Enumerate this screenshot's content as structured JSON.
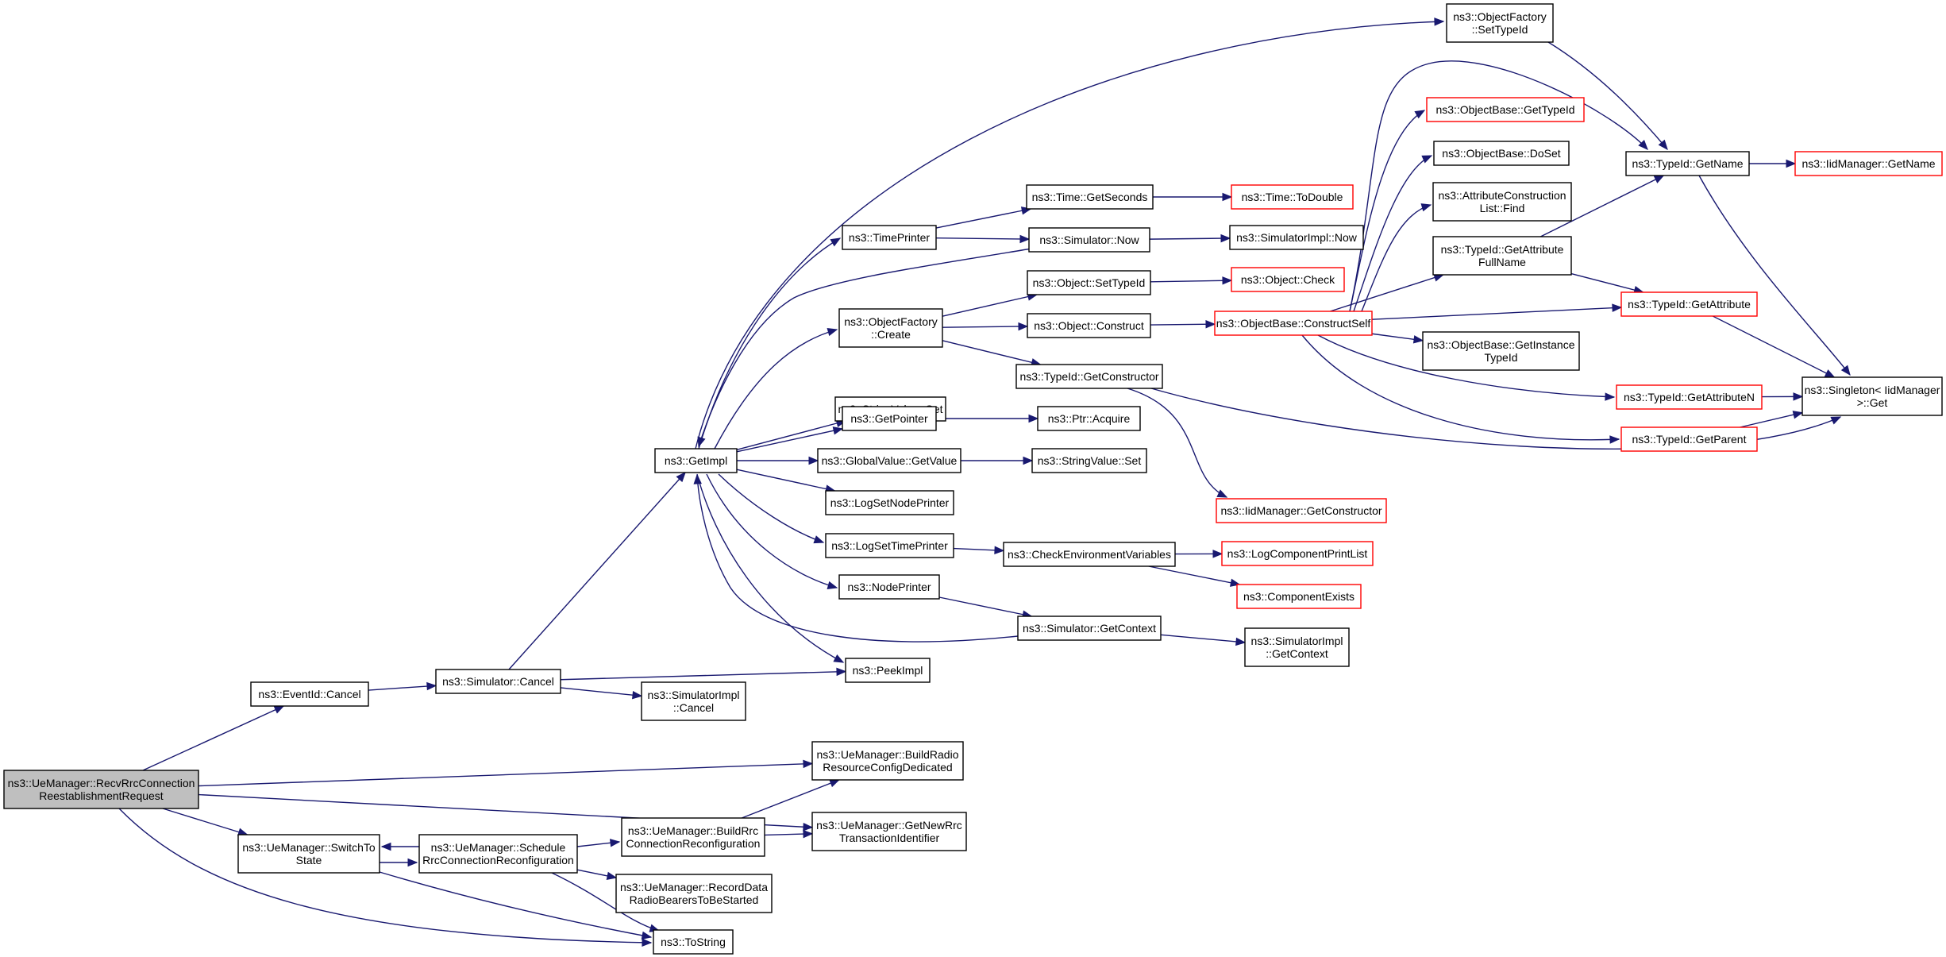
{
  "diagram": {
    "type": "call-graph",
    "colors": {
      "edge": "#191970",
      "node_border": "#000000",
      "node_border_incomplete": "#ff0000",
      "root_fill": "#bfbfbf",
      "node_fill": "#ffffff"
    },
    "nodes": [
      {
        "id": "recv",
        "lines": [
          "ns3::UeManager::RecvRrcConnection",
          "ReestablishmentRequest"
        ],
        "style": "root"
      },
      {
        "id": "eventcancel",
        "lines": [
          "ns3::EventId::Cancel"
        ],
        "style": "normal"
      },
      {
        "id": "simcancel",
        "lines": [
          "ns3::Simulator::Cancel"
        ],
        "style": "normal"
      },
      {
        "id": "getimpl",
        "lines": [
          "ns3::GetImpl"
        ],
        "style": "normal"
      },
      {
        "id": "simimplcancel",
        "lines": [
          "ns3::SimulatorImpl",
          "::Cancel"
        ],
        "style": "normal"
      },
      {
        "id": "peekimpl",
        "lines": [
          "ns3::PeekImpl"
        ],
        "style": "normal"
      },
      {
        "id": "buildradio",
        "lines": [
          "ns3::UeManager::BuildRadio",
          "ResourceConfigDedicated"
        ],
        "style": "normal"
      },
      {
        "id": "getnewrrc",
        "lines": [
          "ns3::UeManager::GetNewRrc",
          "TransactionIdentifier"
        ],
        "style": "normal"
      },
      {
        "id": "switchto",
        "lines": [
          "ns3::UeManager::SwitchTo",
          "State"
        ],
        "style": "normal"
      },
      {
        "id": "schedule",
        "lines": [
          "ns3::UeManager::Schedule",
          "RrcConnectionReconfiguration"
        ],
        "style": "normal"
      },
      {
        "id": "buildrrc",
        "lines": [
          "ns3::UeManager::BuildRrc",
          "ConnectionReconfiguration"
        ],
        "style": "normal"
      },
      {
        "id": "recorddata",
        "lines": [
          "ns3::UeManager::RecordData",
          "RadioBearersToBeStarted"
        ],
        "style": "normal"
      },
      {
        "id": "tostring",
        "lines": [
          "ns3::ToString"
        ],
        "style": "normal"
      },
      {
        "id": "timeprinter",
        "lines": [
          "ns3::TimePrinter"
        ],
        "style": "normal"
      },
      {
        "id": "ofcreate",
        "lines": [
          "ns3::ObjectFactory",
          "::Create"
        ],
        "style": "normal"
      },
      {
        "id": "svget",
        "lines": [
          "ns3::StringValue::Get"
        ],
        "style": "normal"
      },
      {
        "id": "getpointer",
        "lines": [
          "ns3::GetPointer"
        ],
        "style": "normal"
      },
      {
        "id": "gvgetvalue",
        "lines": [
          "ns3::GlobalValue::GetValue"
        ],
        "style": "normal"
      },
      {
        "id": "logsetnode",
        "lines": [
          "ns3::LogSetNodePrinter"
        ],
        "style": "normal"
      },
      {
        "id": "logsettime",
        "lines": [
          "ns3::LogSetTimePrinter"
        ],
        "style": "normal"
      },
      {
        "id": "nodeprinter",
        "lines": [
          "ns3::NodePrinter"
        ],
        "style": "normal"
      },
      {
        "id": "timegetseconds",
        "lines": [
          "ns3::Time::GetSeconds"
        ],
        "style": "normal"
      },
      {
        "id": "simnow",
        "lines": [
          "ns3::Simulator::Now"
        ],
        "style": "normal"
      },
      {
        "id": "objsettypeid",
        "lines": [
          "ns3::Object::SetTypeId"
        ],
        "style": "normal"
      },
      {
        "id": "objconstruct",
        "lines": [
          "ns3::Object::Construct"
        ],
        "style": "normal"
      },
      {
        "id": "typeidgetctor",
        "lines": [
          "ns3::TypeId::GetConstructor"
        ],
        "style": "normal"
      },
      {
        "id": "ptracquire",
        "lines": [
          "ns3::Ptr::Acquire"
        ],
        "style": "normal"
      },
      {
        "id": "svset",
        "lines": [
          "ns3::StringValue::Set"
        ],
        "style": "normal"
      },
      {
        "id": "checkenv",
        "lines": [
          "ns3::CheckEnvironmentVariables"
        ],
        "style": "normal"
      },
      {
        "id": "simgetctx",
        "lines": [
          "ns3::Simulator::GetContext"
        ],
        "style": "normal"
      },
      {
        "id": "timetodouble",
        "lines": [
          "ns3::Time::ToDouble"
        ],
        "style": "incomplete"
      },
      {
        "id": "simimplnow",
        "lines": [
          "ns3::SimulatorImpl::Now"
        ],
        "style": "normal"
      },
      {
        "id": "objcheck",
        "lines": [
          "ns3::Object::Check"
        ],
        "style": "incomplete"
      },
      {
        "id": "obconstructself",
        "lines": [
          "ns3::ObjectBase::ConstructSelf"
        ],
        "style": "incomplete"
      },
      {
        "id": "iidgetctor",
        "lines": [
          "ns3::IidManager::GetConstructor"
        ],
        "style": "incomplete"
      },
      {
        "id": "logcompprint",
        "lines": [
          "ns3::LogComponentPrintList"
        ],
        "style": "incomplete"
      },
      {
        "id": "compexists",
        "lines": [
          "ns3::ComponentExists"
        ],
        "style": "incomplete"
      },
      {
        "id": "simimplgetctx",
        "lines": [
          "ns3::SimulatorImpl",
          "::GetContext"
        ],
        "style": "normal"
      },
      {
        "id": "ofsettypeid",
        "lines": [
          "ns3::ObjectFactory",
          "::SetTypeId"
        ],
        "style": "normal"
      },
      {
        "id": "obgettypeid",
        "lines": [
          "ns3::ObjectBase::GetTypeId"
        ],
        "style": "incomplete"
      },
      {
        "id": "obdoset",
        "lines": [
          "ns3::ObjectBase::DoSet"
        ],
        "style": "normal"
      },
      {
        "id": "attrconsfind",
        "lines": [
          "ns3::AttributeConstruction",
          "List::Find"
        ],
        "style": "normal"
      },
      {
        "id": "tidgetattrfull",
        "lines": [
          "ns3::TypeId::GetAttribute",
          "FullName"
        ],
        "style": "normal"
      },
      {
        "id": "obgetinst",
        "lines": [
          "ns3::ObjectBase::GetInstance",
          "TypeId"
        ],
        "style": "normal"
      },
      {
        "id": "tidgetname",
        "lines": [
          "ns3::TypeId::GetName"
        ],
        "style": "normal"
      },
      {
        "id": "tidgetattr",
        "lines": [
          "ns3::TypeId::GetAttribute"
        ],
        "style": "incomplete"
      },
      {
        "id": "tidgetattrn",
        "lines": [
          "ns3::TypeId::GetAttributeN"
        ],
        "style": "incomplete"
      },
      {
        "id": "tidgetparent",
        "lines": [
          "ns3::TypeId::GetParent"
        ],
        "style": "incomplete"
      },
      {
        "id": "iidgetname",
        "lines": [
          "ns3::IidManager::GetName"
        ],
        "style": "incomplete"
      },
      {
        "id": "singleton",
        "lines": [
          "ns3::Singleton< IidManager",
          " >::Get"
        ],
        "style": "normal"
      }
    ],
    "edges": [
      [
        "recv",
        "eventcancel"
      ],
      [
        "recv",
        "buildradio"
      ],
      [
        "recv",
        "getnewrrc"
      ],
      [
        "recv",
        "switchto"
      ],
      [
        "recv",
        "tostring"
      ],
      [
        "eventcancel",
        "simcancel"
      ],
      [
        "simcancel",
        "getimpl"
      ],
      [
        "simcancel",
        "peekimpl"
      ],
      [
        "simcancel",
        "simimplcancel"
      ],
      [
        "getimpl",
        "ofsettypeid"
      ],
      [
        "getimpl",
        "timeprinter"
      ],
      [
        "getimpl",
        "ofcreate"
      ],
      [
        "getimpl",
        "svget"
      ],
      [
        "getimpl",
        "getpointer"
      ],
      [
        "getimpl",
        "gvgetvalue"
      ],
      [
        "getimpl",
        "logsetnode"
      ],
      [
        "getimpl",
        "logsettime"
      ],
      [
        "getimpl",
        "nodeprinter"
      ],
      [
        "getimpl",
        "peekimpl"
      ],
      [
        "simnow",
        "getimpl"
      ],
      [
        "simgetctx",
        "getimpl"
      ],
      [
        "timeprinter",
        "timegetseconds"
      ],
      [
        "timeprinter",
        "simnow"
      ],
      [
        "timegetseconds",
        "timetodouble"
      ],
      [
        "simnow",
        "simimplnow"
      ],
      [
        "ofcreate",
        "objsettypeid"
      ],
      [
        "ofcreate",
        "objconstruct"
      ],
      [
        "ofcreate",
        "typeidgetctor"
      ],
      [
        "objsettypeid",
        "objcheck"
      ],
      [
        "objconstruct",
        "obconstructself"
      ],
      [
        "typeidgetctor",
        "iidgetctor"
      ],
      [
        "typeidgetctor",
        "singleton"
      ],
      [
        "getpointer",
        "ptracquire"
      ],
      [
        "gvgetvalue",
        "svset"
      ],
      [
        "logsettime",
        "checkenv"
      ],
      [
        "checkenv",
        "logcompprint"
      ],
      [
        "checkenv",
        "compexists"
      ],
      [
        "nodeprinter",
        "simgetctx"
      ],
      [
        "simgetctx",
        "simimplgetctx"
      ],
      [
        "obconstructself",
        "obgettypeid"
      ],
      [
        "obconstructself",
        "obdoset"
      ],
      [
        "obconstructself",
        "attrconsfind"
      ],
      [
        "obconstructself",
        "tidgetattrfull"
      ],
      [
        "obconstructself",
        "tidgetattr"
      ],
      [
        "obconstructself",
        "obgetinst"
      ],
      [
        "obconstructself",
        "tidgetattrn"
      ],
      [
        "obconstructself",
        "tidgetparent"
      ],
      [
        "obconstructself",
        "tidgetname"
      ],
      [
        "ofsettypeid",
        "tidgetname"
      ],
      [
        "tidgetattrfull",
        "tidgetname"
      ],
      [
        "tidgetattrfull",
        "tidgetattr"
      ],
      [
        "tidgetname",
        "iidgetname"
      ],
      [
        "tidgetname",
        "singleton"
      ],
      [
        "tidgetattr",
        "singleton"
      ],
      [
        "tidgetattrn",
        "singleton"
      ],
      [
        "tidgetparent",
        "singleton"
      ],
      [
        "switchto",
        "schedule"
      ],
      [
        "switchto",
        "tostring"
      ],
      [
        "schedule",
        "switchto"
      ],
      [
        "schedule",
        "buildrrc"
      ],
      [
        "schedule",
        "recorddata"
      ],
      [
        "schedule",
        "tostring"
      ],
      [
        "buildrrc",
        "buildradio"
      ],
      [
        "buildrrc",
        "getnewrrc"
      ]
    ]
  }
}
